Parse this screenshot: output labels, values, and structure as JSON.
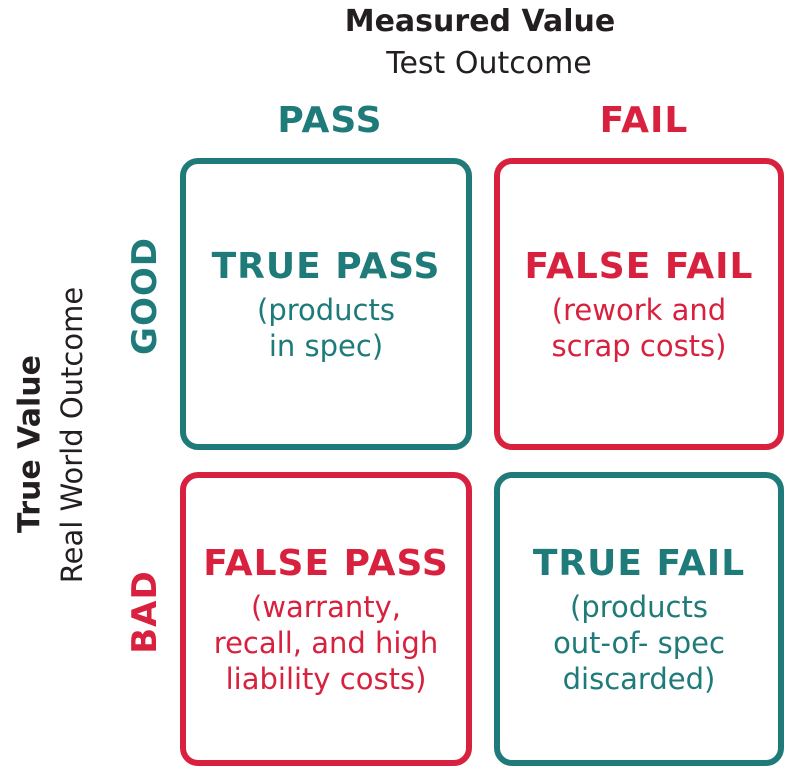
{
  "header": {
    "title": "Measured Value",
    "subtitle": "Test Outcome"
  },
  "side": {
    "title": "True Value",
    "subtitle": "Real World Outcome"
  },
  "columns": [
    {
      "label": "PASS",
      "color": "#1e7b7a"
    },
    {
      "label": "FAIL",
      "color": "#d8213e"
    }
  ],
  "rows": [
    {
      "label": "GOOD",
      "color": "#1e7b7a"
    },
    {
      "label": "BAD",
      "color": "#d8213e"
    }
  ],
  "cells": [
    {
      "title": "TRUE PASS",
      "desc_lines": [
        "(products",
        "in spec)"
      ],
      "color": "#1e7b7a"
    },
    {
      "title": "FALSE FAIL",
      "desc_lines": [
        "(rework and",
        "scrap costs)"
      ],
      "color": "#d8213e"
    },
    {
      "title": "FALSE PASS",
      "desc_lines": [
        "(warranty,",
        "recall, and high",
        "liability costs)"
      ],
      "color": "#d8213e"
    },
    {
      "title": "TRUE FAIL",
      "desc_lines": [
        "(products",
        "out-of- spec",
        "discarded)"
      ],
      "color": "#1e7b7a"
    }
  ]
}
